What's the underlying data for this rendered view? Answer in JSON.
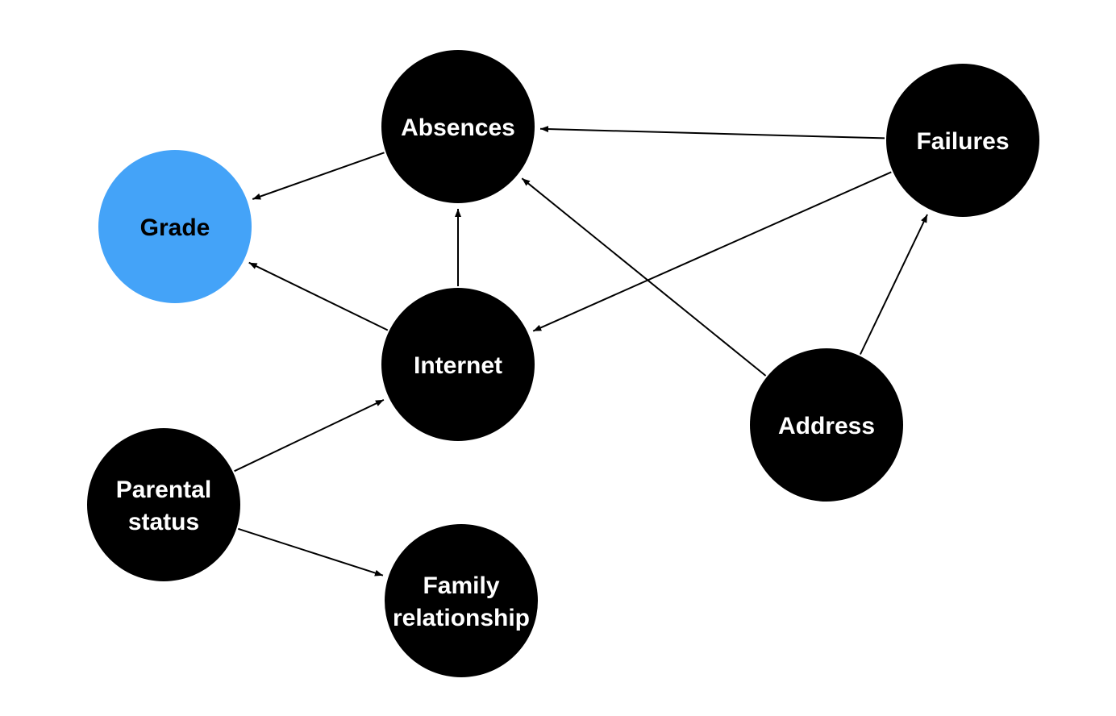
{
  "diagram": {
    "colors": {
      "node_default": "#000000",
      "node_highlight": "#44a3f8",
      "label_default": "#ffffff",
      "label_highlight": "#000000",
      "edge": "#000000"
    },
    "nodes": [
      {
        "id": "grade",
        "lines": [
          "Grade"
        ],
        "highlight": true
      },
      {
        "id": "absences",
        "lines": [
          "Absences"
        ],
        "highlight": false
      },
      {
        "id": "failures",
        "lines": [
          "Failures"
        ],
        "highlight": false
      },
      {
        "id": "internet",
        "lines": [
          "Internet"
        ],
        "highlight": false
      },
      {
        "id": "address",
        "lines": [
          "Address"
        ],
        "highlight": false
      },
      {
        "id": "parental-status",
        "lines": [
          "Parental",
          "status"
        ],
        "highlight": false
      },
      {
        "id": "family-relationship",
        "lines": [
          "Family",
          "relationship"
        ],
        "highlight": false
      }
    ],
    "edges": [
      {
        "from": "absences",
        "to": "grade"
      },
      {
        "from": "internet",
        "to": "grade"
      },
      {
        "from": "internet",
        "to": "absences"
      },
      {
        "from": "failures",
        "to": "absences"
      },
      {
        "from": "failures",
        "to": "internet"
      },
      {
        "from": "address",
        "to": "absences"
      },
      {
        "from": "address",
        "to": "failures"
      },
      {
        "from": "parental-status",
        "to": "internet"
      },
      {
        "from": "parental-status",
        "to": "family-relationship"
      }
    ]
  }
}
